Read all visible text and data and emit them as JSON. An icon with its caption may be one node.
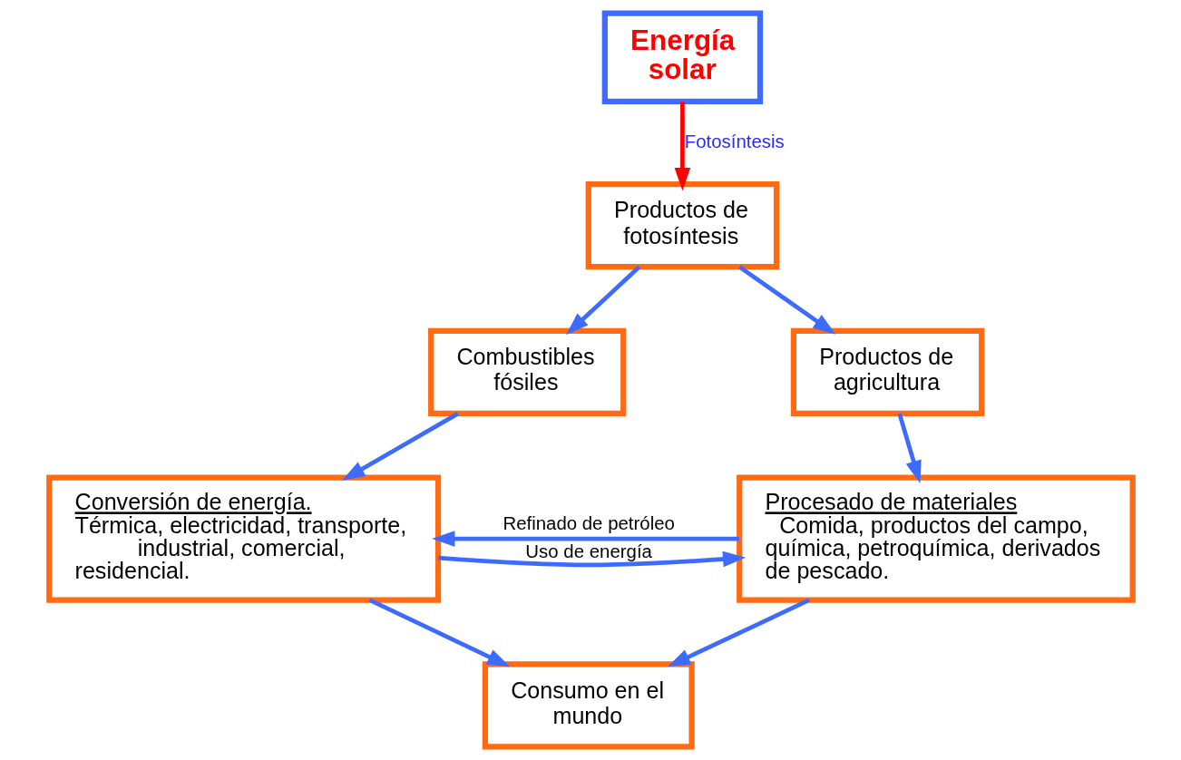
{
  "diagram": {
    "nodes": [
      {
        "text": [
          "Energía solar"
        ]
      },
      {
        "text": [
          "Productos de fotosíntesis"
        ]
      },
      {
        "text": [
          "Combustibles fósiles"
        ]
      },
      {
        "text": [
          "Productos de agricultura"
        ]
      },
      {
        "text": [
          "Conversión de energía.",
          "Térmica, electricidad, transporte, industrial, comercial, residencial."
        ]
      },
      {
        "text": [
          "Procesado de materiales",
          "Comida, productos del campo, química, petroquímica, derivados de pescado."
        ]
      },
      {
        "text": [
          "Consumo en el mundo"
        ]
      }
    ],
    "edges": [
      {
        "from": 0,
        "to": 1,
        "arrow": "to",
        "label": "Fotosíntesis",
        "color": "#ff0000"
      },
      {
        "from": 1,
        "to": 2,
        "arrow": "to"
      },
      {
        "from": 1,
        "to": 3,
        "arrow": "to"
      },
      {
        "from": 2,
        "to": 4,
        "arrow": "to"
      },
      {
        "from": 3,
        "to": 5,
        "arrow": "to"
      },
      {
        "from": 5,
        "to": 4,
        "arrow": "to",
        "label": "Refinado de petróleo"
      },
      {
        "from": 4,
        "to": 5,
        "arrow": "to",
        "label": "Uso de energía"
      },
      {
        "from": 4,
        "to": 6,
        "arrow": "to"
      },
      {
        "from": 5,
        "to": 6,
        "arrow": "to"
      }
    ]
  }
}
